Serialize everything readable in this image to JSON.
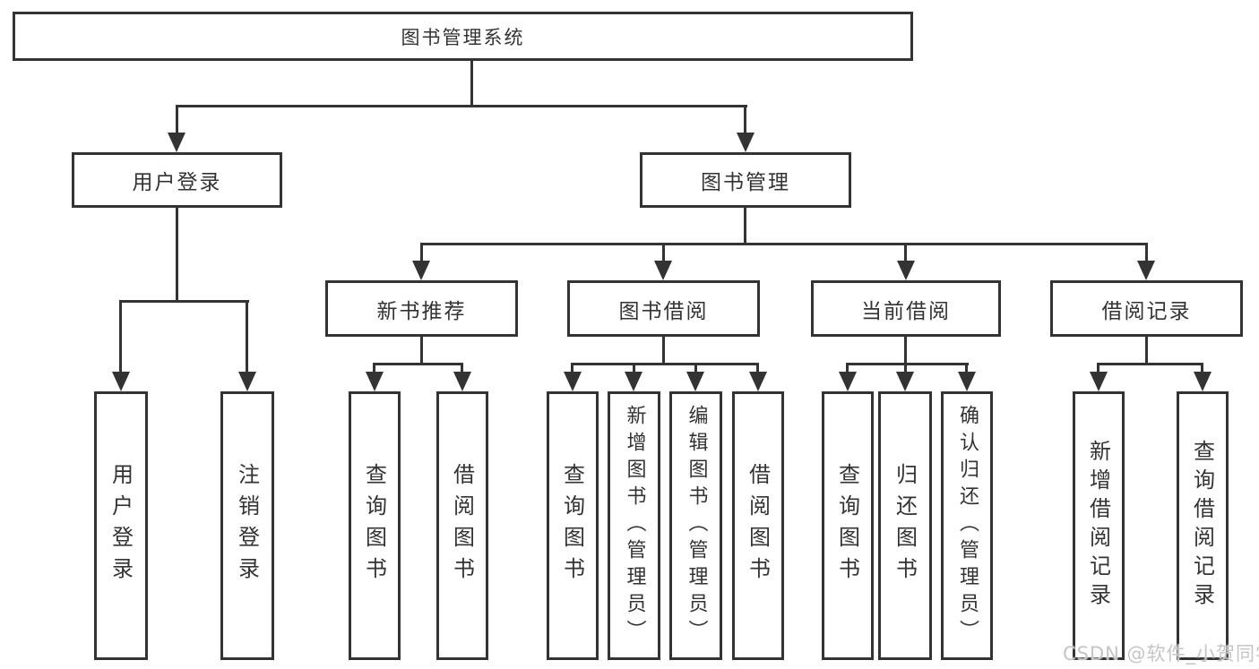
{
  "diagram": {
    "root_label": "图书管理系统",
    "level2": {
      "user_login": "用户登录",
      "book_management": "图书管理"
    },
    "level3": {
      "new_book_recommend": "新书推荐",
      "book_borrowing": "图书借阅",
      "current_borrowing": "当前借阅",
      "borrowing_records": "借阅记录"
    },
    "leaves": {
      "user_login": "用户登录",
      "logout": "注销登录",
      "query_books_recommend": "查询图书",
      "borrow_books_recommend": "借阅图书",
      "query_books_borrowing": "查询图书",
      "add_books_admin": "新增图书（管理员）",
      "edit_books_admin": "编辑图书（管理员）",
      "borrow_books_borrowing": "借阅图书",
      "query_books_current": "查询图书",
      "return_books": "归还图书",
      "confirm_return_admin": "确认归还（管理员）",
      "add_borrow_record": "新增借阅记录",
      "query_borrow_record": "查询借阅记录"
    },
    "watermark": "CSDN @软件_小贺同学",
    "colors": {
      "line": "#333333",
      "text": "#333333",
      "watermark": "#c5c5c5",
      "background": "#ffffff"
    }
  }
}
